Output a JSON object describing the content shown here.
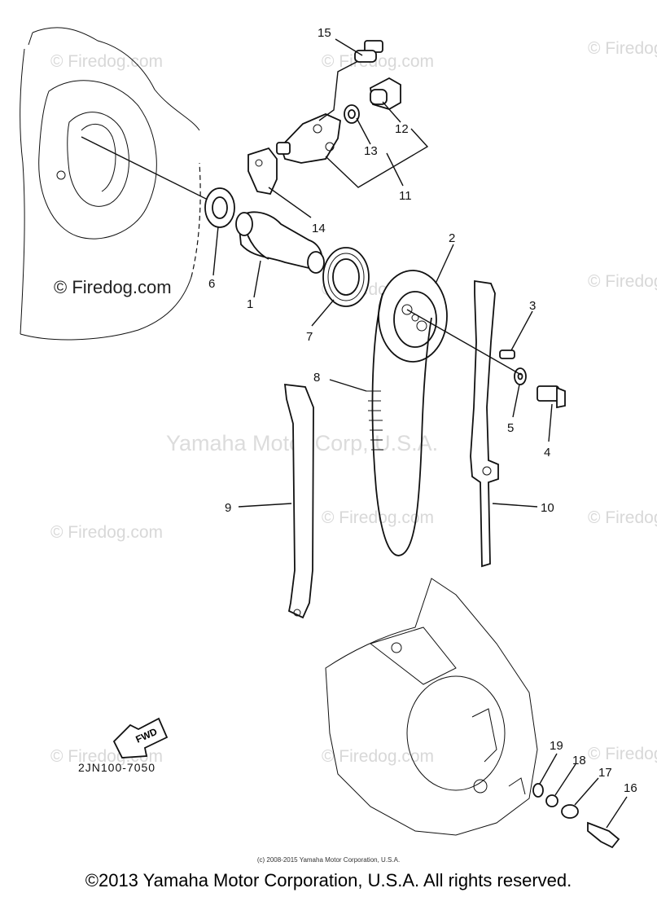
{
  "watermarks": {
    "site": "© Firedog.com",
    "center": "Yamaha Motor Corp, U.S.A."
  },
  "callouts": [
    "1",
    "2",
    "3",
    "4",
    "5",
    "6",
    "7",
    "8",
    "9",
    "10",
    "11",
    "12",
    "13",
    "14",
    "15",
    "16",
    "17",
    "18",
    "19"
  ],
  "fwd_label": "FWD",
  "diagram_code": "2JN100-7050",
  "small_copyright": "(c) 2008-2015 Yamaha Motor Corporation, U.S.A.",
  "footer_copyright": "©2013 Yamaha Motor Corporation, U.S.A. All rights reserved."
}
